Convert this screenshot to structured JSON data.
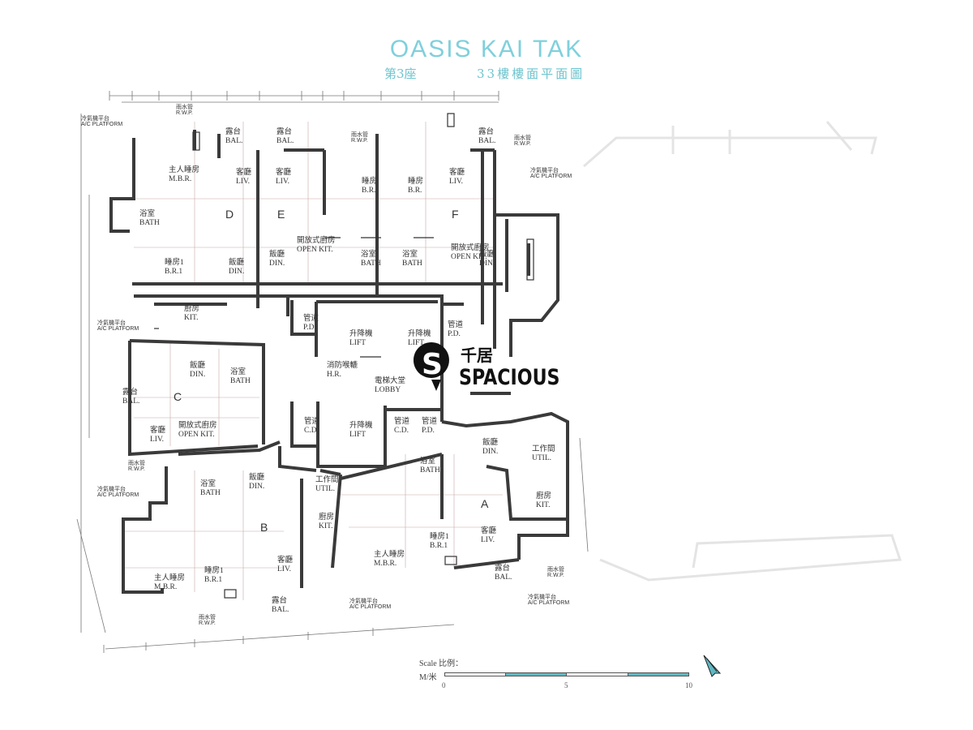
{
  "header": {
    "title": "OASIS KAI TAK",
    "block": "第3座",
    "floor": "33樓樓面平面圖"
  },
  "units": [
    "A",
    "B",
    "C",
    "D",
    "E",
    "F"
  ],
  "rooms": [
    {
      "id": "d-bal",
      "cn": "露台",
      "en": "BAL."
    },
    {
      "id": "d-mbr",
      "cn": "主人睡房",
      "en": "M.B.R."
    },
    {
      "id": "d-liv",
      "cn": "客廳",
      "en": "LIV."
    },
    {
      "id": "d-bath",
      "cn": "浴室",
      "en": "BATH"
    },
    {
      "id": "d-br1",
      "cn": "睡房1",
      "en": "B.R.1"
    },
    {
      "id": "d-din",
      "cn": "飯廳",
      "en": "DIN."
    },
    {
      "id": "e-bal",
      "cn": "露台",
      "en": "BAL."
    },
    {
      "id": "e-liv",
      "cn": "客廳",
      "en": "LIV."
    },
    {
      "id": "e-br",
      "cn": "睡房",
      "en": "B.R."
    },
    {
      "id": "e-openkit",
      "cn": "開放式廚房",
      "en": "OPEN KIT."
    },
    {
      "id": "e-din",
      "cn": "飯廳",
      "en": "DIN."
    },
    {
      "id": "e-bath",
      "cn": "浴室",
      "en": "BATH"
    },
    {
      "id": "f-bal",
      "cn": "露台",
      "en": "BAL."
    },
    {
      "id": "f-br",
      "cn": "睡房",
      "en": "B.R."
    },
    {
      "id": "f-liv",
      "cn": "客廳",
      "en": "LIV."
    },
    {
      "id": "f-bath",
      "cn": "浴室",
      "en": "BATH"
    },
    {
      "id": "f-openkit",
      "cn": "開放式廚房",
      "en": "OPEN KIT."
    },
    {
      "id": "f-din",
      "cn": "飯廳",
      "en": "DIN."
    },
    {
      "id": "c-kit",
      "cn": "廚房",
      "en": "KIT."
    },
    {
      "id": "c-din",
      "cn": "飯廳",
      "en": "DIN."
    },
    {
      "id": "c-bath",
      "cn": "浴室",
      "en": "BATH"
    },
    {
      "id": "c-bal",
      "cn": "露台",
      "en": "BAL."
    },
    {
      "id": "c-liv",
      "cn": "客廳",
      "en": "LIV."
    },
    {
      "id": "c-openkit",
      "cn": "開放式廚房",
      "en": "OPEN KIT."
    },
    {
      "id": "core-lift1",
      "cn": "升降機",
      "en": "LIFT"
    },
    {
      "id": "core-lift2",
      "cn": "升降機",
      "en": "LIFT"
    },
    {
      "id": "core-lift3",
      "cn": "升降機",
      "en": "LIFT"
    },
    {
      "id": "core-hr",
      "cn": "消防喉轆",
      "en": "H.R."
    },
    {
      "id": "core-lobby",
      "cn": "電梯大堂",
      "en": "LOBBY"
    },
    {
      "id": "core-pd1",
      "cn": "管道",
      "en": "P.D."
    },
    {
      "id": "core-pd2",
      "cn": "管道",
      "en": "P.D."
    },
    {
      "id": "core-pd3",
      "cn": "管道",
      "en": "P.D."
    },
    {
      "id": "core-cd1",
      "cn": "管道",
      "en": "C.D."
    },
    {
      "id": "core-cd2",
      "cn": "管道",
      "en": "C.D."
    },
    {
      "id": "b-bath",
      "cn": "浴室",
      "en": "BATH"
    },
    {
      "id": "b-din",
      "cn": "飯廳",
      "en": "DIN."
    },
    {
      "id": "b-util",
      "cn": "工作間",
      "en": "UTIL."
    },
    {
      "id": "b-kit",
      "cn": "廚房",
      "en": "KIT."
    },
    {
      "id": "b-mbr",
      "cn": "主人睡房",
      "en": "M.B.R."
    },
    {
      "id": "b-br1",
      "cn": "睡房1",
      "en": "B.R.1"
    },
    {
      "id": "b-liv",
      "cn": "客廳",
      "en": "LIV."
    },
    {
      "id": "b-bal",
      "cn": "露台",
      "en": "BAL."
    },
    {
      "id": "a-din",
      "cn": "飯廳",
      "en": "DIN."
    },
    {
      "id": "a-util",
      "cn": "工作間",
      "en": "UTIL."
    },
    {
      "id": "a-bath",
      "cn": "浴室",
      "en": "BATH"
    },
    {
      "id": "a-kit",
      "cn": "廚房",
      "en": "KIT."
    },
    {
      "id": "a-mbr",
      "cn": "主人睡房",
      "en": "M.B.R."
    },
    {
      "id": "a-br1",
      "cn": "睡房1",
      "en": "B.R.1"
    },
    {
      "id": "a-liv",
      "cn": "客廳",
      "en": "LIV."
    },
    {
      "id": "a-bal",
      "cn": "露台",
      "en": "BAL."
    }
  ],
  "annotations": [
    {
      "id": "ac1",
      "cn": "冷氣機平台",
      "en": "A/C PLATFORM"
    },
    {
      "id": "rwp1",
      "cn": "雨水管",
      "en": "R.W.P."
    },
    {
      "id": "rwp2",
      "cn": "雨水管",
      "en": "R.W.P."
    },
    {
      "id": "ac2",
      "cn": "冷氣機平台",
      "en": "A/C PLATFORM"
    },
    {
      "id": "ac3",
      "cn": "冷氣機平台",
      "en": "A/C PLATFORM"
    },
    {
      "id": "rwp3",
      "cn": "雨水管",
      "en": "R.W.P."
    },
    {
      "id": "ac4",
      "cn": "冷氣機平台",
      "en": "A/C PLATFORM"
    },
    {
      "id": "ac5",
      "cn": "冷氣機平台",
      "en": "A/C PLATFORM"
    },
    {
      "id": "rwp4",
      "cn": "雨水管",
      "en": "R.W.P."
    },
    {
      "id": "ac6",
      "cn": "冷氣機平台",
      "en": "A/C PLATFORM"
    },
    {
      "id": "rwp5",
      "cn": "雨水管",
      "en": "R.W.P."
    },
    {
      "id": "rwp6",
      "cn": "雨水管",
      "en": "R.W.P."
    }
  ],
  "logo": {
    "cn": "千居",
    "en": "SPACIOUS",
    "mark": "S"
  },
  "scale": {
    "label": "Scale 比例：",
    "unit": "M/米",
    "ticks": [
      "0",
      "5",
      "10"
    ],
    "accent": "#5fb8c2"
  }
}
